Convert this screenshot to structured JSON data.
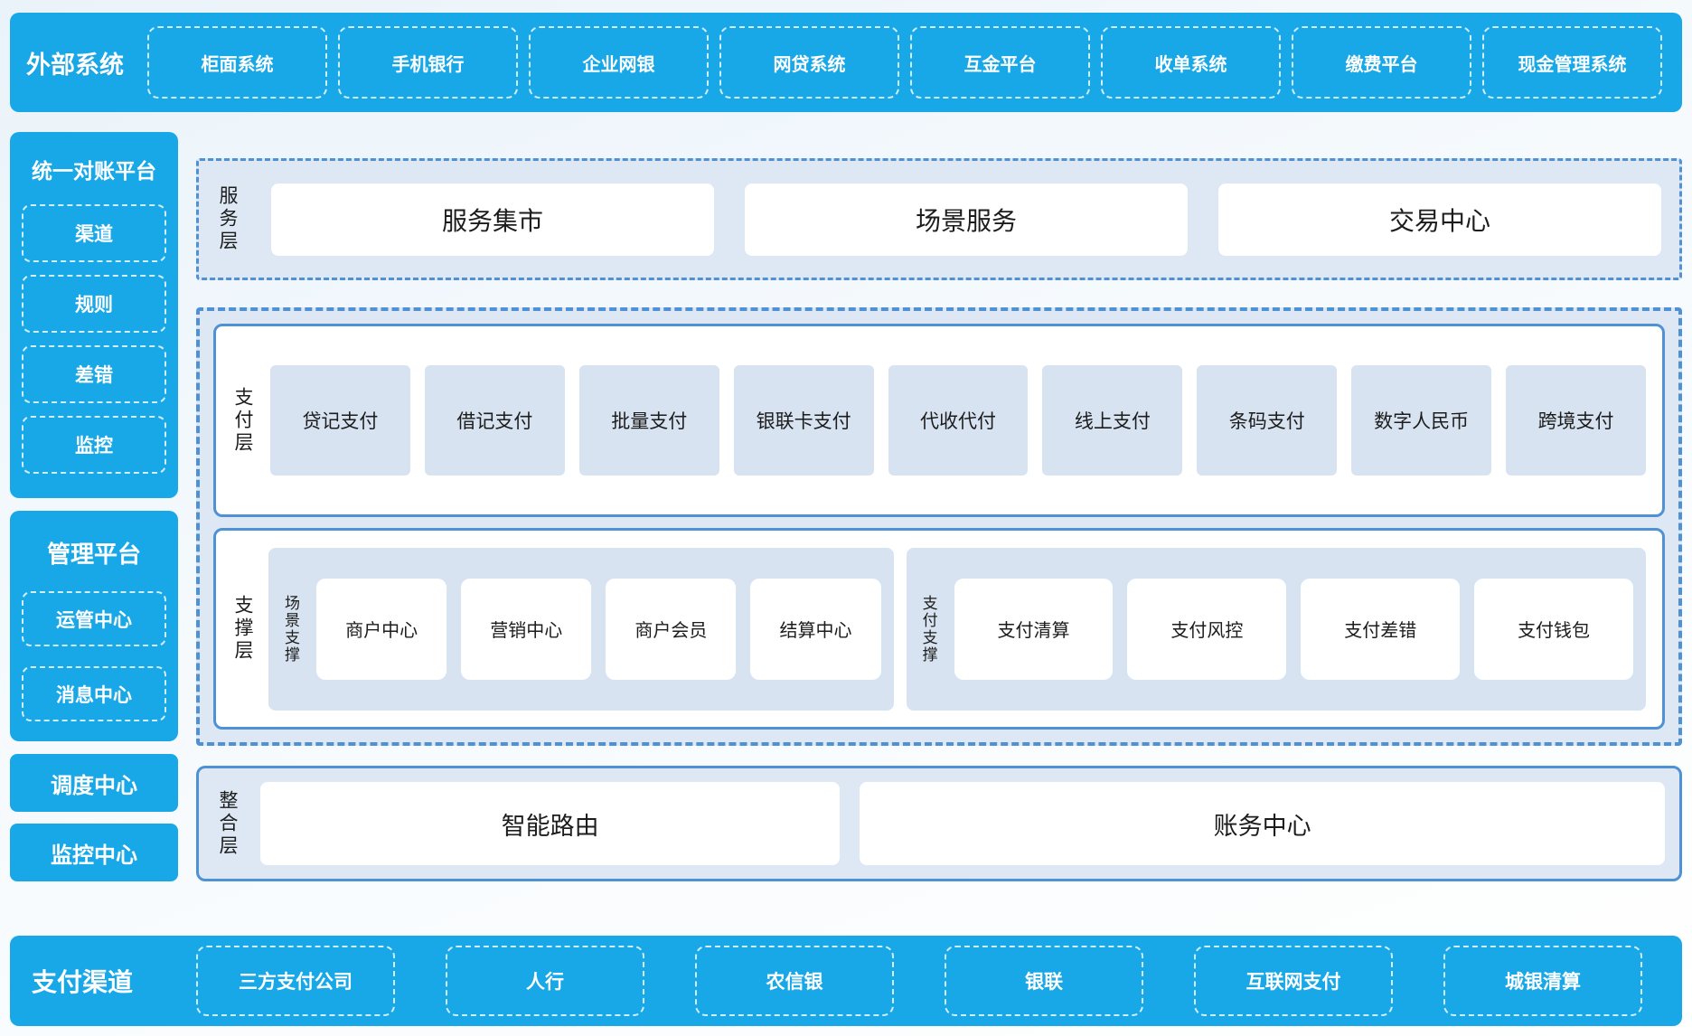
{
  "colors": {
    "banner_blue": "#18a8e8",
    "section_light_blue": "#dde8f4",
    "card_light_blue": "#d8e3f1",
    "solid_border_blue": "#4e92d5",
    "text_dark": "#1c1c1c",
    "text_white": "#ffffff"
  },
  "external_systems": {
    "title": "外部系统",
    "items": [
      "柜面系统",
      "手机银行",
      "企业网银",
      "网贷系统",
      "互金平台",
      "收单系统",
      "缴费平台",
      "现金管理系统"
    ]
  },
  "reconciliation_platform": {
    "title": "统一对账平台",
    "items": [
      "渠道",
      "规则",
      "差错",
      "监控"
    ]
  },
  "management_platform": {
    "title": "管理平台",
    "items": [
      "运管中心",
      "消息中心"
    ]
  },
  "standalone_blocks": [
    "调度中心",
    "监控中心"
  ],
  "service_layer": {
    "label": "服务层",
    "items": [
      "服务集市",
      "场景服务",
      "交易中心"
    ]
  },
  "payment_layer": {
    "label": "支付层",
    "items": [
      "贷记支付",
      "借记支付",
      "批量支付",
      "银联卡支付",
      "代收代付",
      "线上支付",
      "条码支付",
      "数字人民币",
      "跨境支付"
    ]
  },
  "support_layer": {
    "label": "支撑层",
    "scene_group": {
      "label": "场景支撑",
      "items": [
        "商户中心",
        "营销中心",
        "商户会员",
        "结算中心"
      ]
    },
    "payment_group": {
      "label": "支付支撑",
      "items": [
        "支付清算",
        "支付风控",
        "支付差错",
        "支付钱包"
      ]
    }
  },
  "integration_layer": {
    "label": "整合层",
    "items": [
      "智能路由",
      "账务中心"
    ]
  },
  "payment_channels": {
    "title": "支付渠道",
    "items": [
      "三方支付公司",
      "人行",
      "农信银",
      "银联",
      "互联网支付",
      "城银清算"
    ]
  }
}
